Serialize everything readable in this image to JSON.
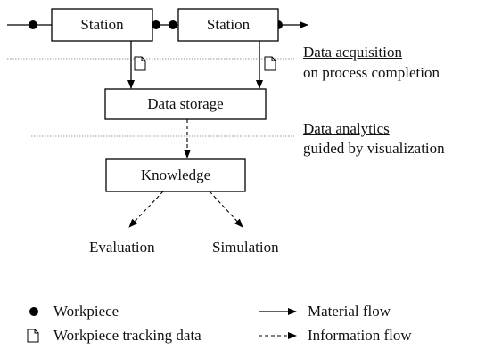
{
  "stations": [
    {
      "label": "Station"
    },
    {
      "label": "Station"
    }
  ],
  "storage": {
    "label": "Data storage"
  },
  "knowledge": {
    "label": "Knowledge"
  },
  "outputs": [
    {
      "label": "Evaluation"
    },
    {
      "label": "Simulation"
    }
  ],
  "annotations": {
    "acquisition": {
      "title": "Data acquisition",
      "subtitle": "on process completion"
    },
    "analytics": {
      "title": "Data analytics",
      "subtitle": "guided by visualization"
    }
  },
  "legend": [
    {
      "icon": "workpiece-dot-icon",
      "label": "Workpiece"
    },
    {
      "icon": "document-icon",
      "label": "Workpiece tracking data"
    },
    {
      "icon": "solid-arrow-icon",
      "label": "Material flow"
    },
    {
      "icon": "dashed-arrow-icon",
      "label": "Information flow"
    }
  ],
  "colors": {
    "ink": "#000000",
    "separator": "#9a9a9a"
  }
}
